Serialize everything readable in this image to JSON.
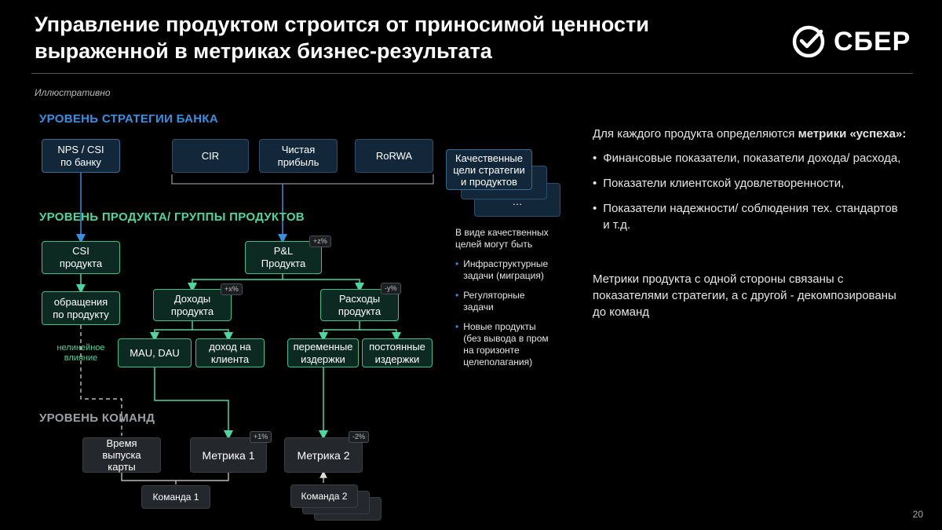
{
  "title_line1": "Управление продуктом строится от приносимой ценности",
  "title_line2": "выраженной в метриках бизнес-результата",
  "logo_text": "СБЕР",
  "illustrative": "Иллюстративно",
  "levels": {
    "bank": "УРОВЕНЬ СТРАТЕГИИ БАНКА",
    "product": "УРОВЕНЬ ПРОДУКТА/ ГРУППЫ ПРОДУКТОВ",
    "team": "УРОВЕНЬ КОМАНД"
  },
  "bank_boxes": {
    "nps": [
      "NPS / CSI",
      "по банку"
    ],
    "cir": "CIR",
    "profit": [
      "Чистая",
      "прибыль"
    ],
    "rorwa": "RoRWA",
    "quality": [
      "Качественные",
      "цели стратегии",
      "и продуктов"
    ],
    "quality_more": "…"
  },
  "product_boxes": {
    "csi": [
      "CSI",
      "продукта"
    ],
    "pl": [
      "P&L",
      "Продукта"
    ],
    "pl_badge": "+z%",
    "calls": [
      "обращения",
      "по продукту"
    ],
    "income": [
      "Доходы",
      "продукта"
    ],
    "income_badge": "+x%",
    "expense": [
      "Расходы",
      "продукта"
    ],
    "expense_badge": "-y%",
    "mau": "MAU, DAU",
    "income_client": [
      "доход на",
      "клиента"
    ],
    "var_costs": [
      "переменные",
      "издержки"
    ],
    "fix_costs": [
      "постоянные",
      "издержки"
    ],
    "nonlinear": [
      "нелинейное",
      "влияние"
    ]
  },
  "team_boxes": {
    "release": [
      "Время",
      "выпуска",
      "карты"
    ],
    "metric1": "Метрика 1",
    "metric1_badge": "+1%",
    "metric2": "Метрика 2",
    "metric2_badge": "-2%",
    "team1": "Команда 1",
    "team2": "Команда 2"
  },
  "side_note": {
    "intro": [
      "В виде качественных",
      "целей могут быть"
    ],
    "items": [
      [
        "Инфраструктурные",
        "задачи (миграция)"
      ],
      [
        "Регуляторные",
        "задачи"
      ],
      [
        "Новые продукты",
        "(без вывода в пром",
        "на горизонте",
        "целеполагания)"
      ]
    ]
  },
  "right_text": {
    "intro_plain": "Для каждого продукта определяются ",
    "intro_bold": "метрики «успеха»:",
    "bullets": [
      "Финансовые показатели, показатели дохода/ расхода,",
      " Показатели клиентской удовлетворенности,",
      " Показатели надежности/ соблюдения тех. стандартов и т.д."
    ],
    "para": "Метрики продукта с одной стороны связаны с показателями стратегии, а с другой - декомпозированы до команд"
  },
  "page_number": "20",
  "colors": {
    "bank": "#3a8fe0",
    "product": "#4cd6a0",
    "team": "#9aa0a6"
  }
}
